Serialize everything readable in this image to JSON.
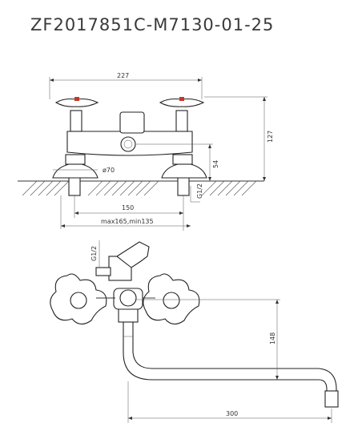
{
  "title": "ZF2017851C-M7130-01-25",
  "dimensions": {
    "overall_width": "227",
    "overall_height": "127",
    "base_height": "54",
    "flange_diameter": "ø70",
    "center_distance": "150",
    "connector_range": "max165,min135",
    "thread_top": "G1/2",
    "thread_side": "G1/2",
    "spout_height": "148",
    "spout_reach": "300"
  },
  "accent_color": "#c0392b"
}
